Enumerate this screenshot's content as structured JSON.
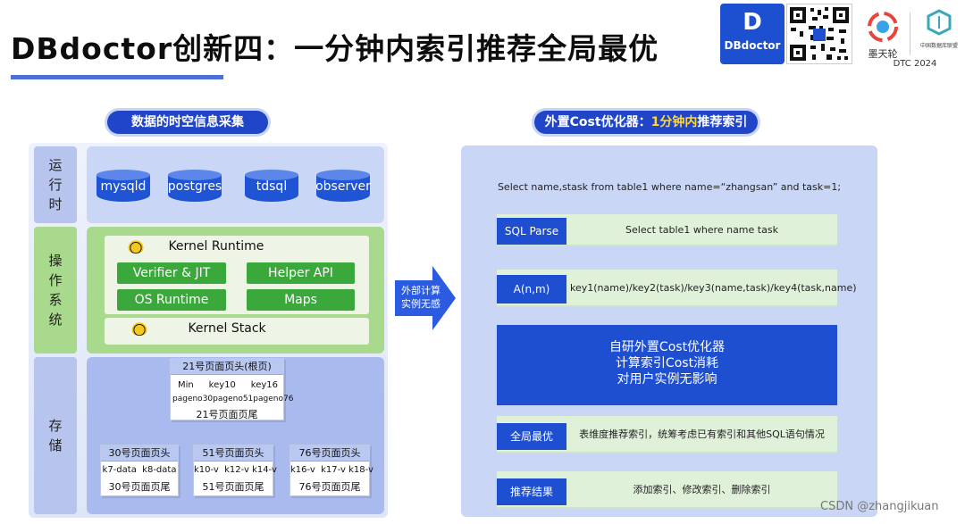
{
  "title": "DBdoctor创新四：一分钟内索引推荐全局最优",
  "logos": {
    "dbdoctor_mark": "D",
    "dbdoctor_text": "DBdoctor",
    "motianlun": "墨天轮",
    "alliance": "中国数据库联盟",
    "event": "DTC 2024"
  },
  "left": {
    "pill": "数据的时空信息采集",
    "side_run": "运\n行\n时",
    "side_os": "操\n作\n系\n统",
    "side_storage": "存\n储",
    "databases": [
      "mysqld",
      "postgres",
      "tdsql",
      "observer"
    ],
    "kernel_runtime": "Kernel Runtime",
    "kernel_buttons": [
      "Verifier & JIT",
      "Helper API",
      "OS Runtime",
      "Maps"
    ],
    "kernel_stack": "Kernel Stack",
    "root_page": {
      "head": "21号页面页头(根页)",
      "keys": [
        "Min",
        "key10",
        "key16"
      ],
      "pagenos": [
        "pageno30",
        "pageno51",
        "pageno76"
      ],
      "tail": "21号页面页尾"
    },
    "leaf_pages": [
      {
        "head": "30号页面页头",
        "keys": "k7-data  k8-data",
        "tail": "30号页面页尾"
      },
      {
        "head": "51号页面页头",
        "keys": "k10-v  k12-v k14-v",
        "tail": "51号页面页尾"
      },
      {
        "head": "76号页面页头",
        "keys": "k16-v  k17-v k18-v",
        "tail": "76号页面页尾"
      }
    ]
  },
  "arrow_text": "外部计算\n实例无感",
  "right": {
    "pill_prefix": "外置Cost优化器：",
    "pill_highlight": "1分钟内",
    "pill_suffix": "推荐索引",
    "sql": "Select name,stask from table1 where name=“zhangsan” and task=1;",
    "rows": [
      {
        "tag": "SQL Parse",
        "text": "Select table1 where name task"
      },
      {
        "tag": "A(n,m)",
        "text": "key1(name)/key2(task)/key3(name,task)/key4(task,name)"
      }
    ],
    "optimizer_lines": [
      "自研外置Cost优化器",
      "计算索引Cost消耗",
      "对用户实例无影响"
    ],
    "rows2": [
      {
        "tag": "全局最优",
        "text": "表维度推荐索引，统筹考虑已有索引和其他SQL语句情况"
      },
      {
        "tag": "推荐结果",
        "text": "添加索引、修改索引、删除索引"
      }
    ]
  },
  "watermark": "CSDN @zhangjikuan",
  "colors": {
    "brand_blue": "#1e4fd1",
    "panel_blue": "#c9d6f5",
    "green": "#3ba83b",
    "green_panel": "#a8d98c"
  }
}
